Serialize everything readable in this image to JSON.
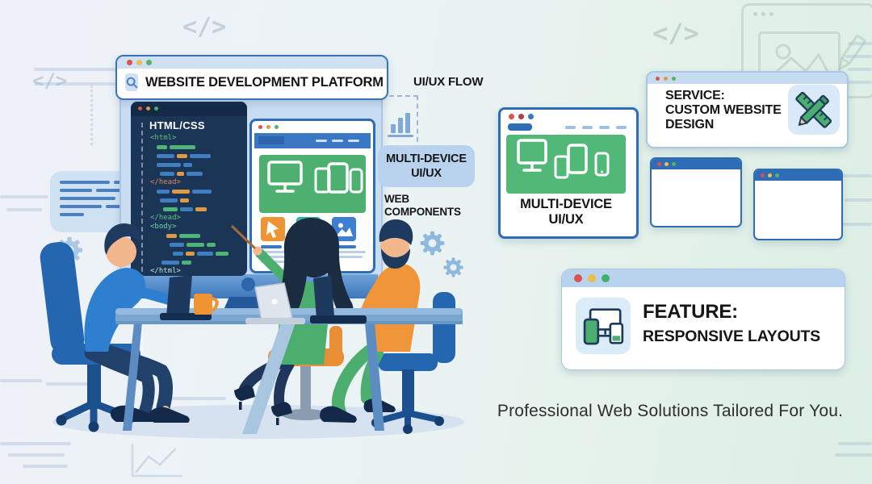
{
  "palette": {
    "accent_blue": "#2e6cb5",
    "nav_blue": "#3b78c3",
    "green": "#4db070",
    "orange": "#ef9435",
    "teal": "#2fb3a2",
    "navy": "#16304f",
    "dot_red": "#d9534f",
    "dot_yellow": "#e8c04a",
    "dot_green": "#57b26a",
    "dot_orange": "#df9b43"
  },
  "top_browser_bar": {
    "title": "WEBSITE DEVELOPMENT PLATFORM"
  },
  "code_window": {
    "title": "HTML/CSS",
    "tags": [
      "<html>",
      "</head>",
      "</head>",
      "<body>",
      "</html>"
    ]
  },
  "flow_label": "UI/UX FLOW",
  "multi_device_badge": {
    "line1": "MULTI-DEVICE",
    "line2": "UI/UX"
  },
  "web_components_label": {
    "line1": "WEB",
    "line2": "COMPONENTS"
  },
  "device_window": {
    "caption_line1": "MULTI-DEVICE",
    "caption_line2": "UI/UX"
  },
  "service_card": {
    "line1": "SERVICE:",
    "line2": "CUSTOM WEBSITE",
    "line3": "DESIGN"
  },
  "feature_card": {
    "title": "FEATURE:",
    "subtitle": "RESPONSIVE LAYOUTS"
  },
  "tagline": "Professional Web Solutions Tailored For You.",
  "decor": {
    "code_glyph": "</>"
  }
}
